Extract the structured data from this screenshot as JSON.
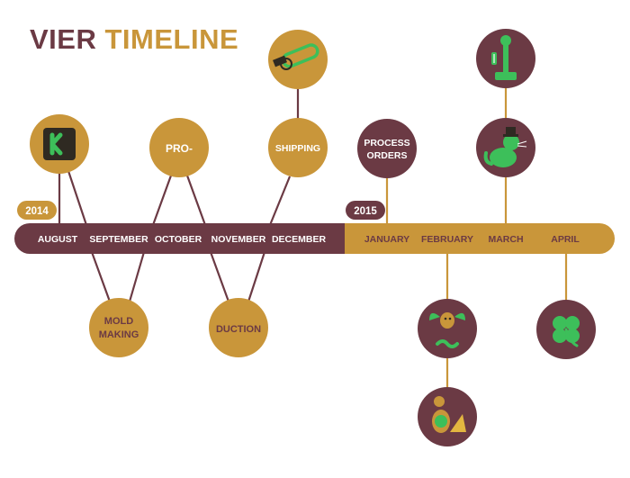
{
  "title": {
    "word1": "VIER",
    "word2": "TIMELINE"
  },
  "colors": {
    "maroon": "#6b3a44",
    "gold": "#c9963a",
    "green": "#3dbf5a",
    "dark": "#2f2a22",
    "white": "#ffffff"
  },
  "years": [
    "2014",
    "2015"
  ],
  "months": [
    "AUGUST",
    "SEPTEMBER",
    "OCTOBER",
    "NOVEMBER",
    "DECEMBER",
    "JANUARY",
    "FEBRUARY",
    "MARCH",
    "APRIL"
  ],
  "milestones": {
    "pro": "PRO-",
    "duction": "DUCTION",
    "mold_line1": "MOLD",
    "mold_line2": "MAKING",
    "shipping": "SHIPPING",
    "process_line1": "PROCESS",
    "process_line2": "ORDERS"
  },
  "icons": [
    "kickstarter-icon",
    "usb-key-icon",
    "candlestick-phone-icon",
    "top-hat-cat-icon",
    "bird-worm-icon",
    "mouse-cheese-icon",
    "clover-icon"
  ]
}
